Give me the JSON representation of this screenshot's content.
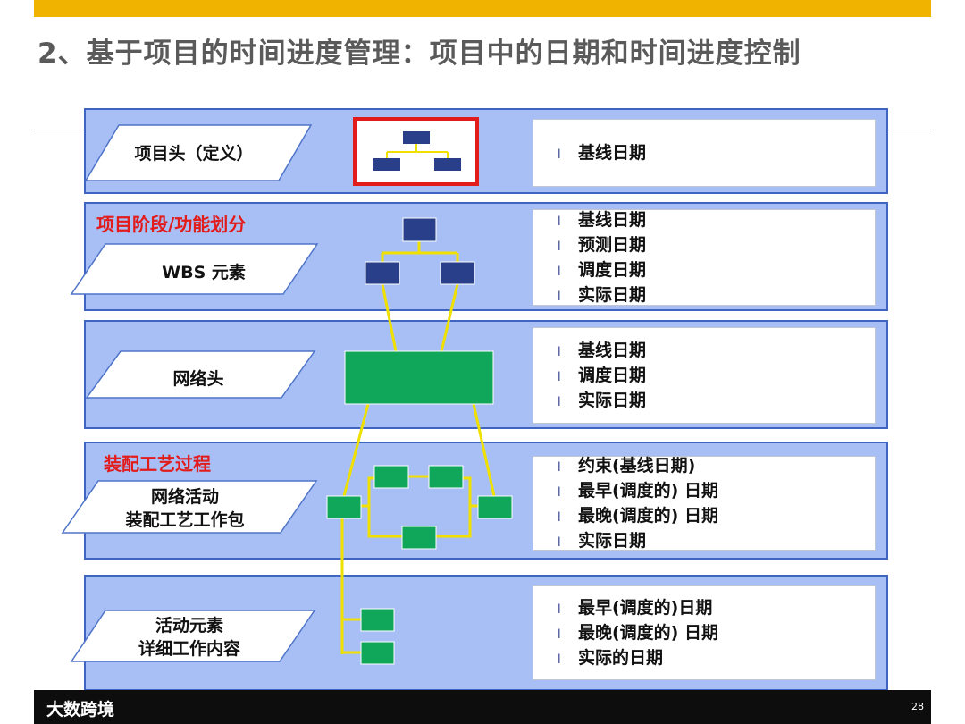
{
  "slide": {
    "title": "2、基于项目的时间进度管理：项目中的日期和时间进度控制",
    "page_number": "28",
    "footer_logo": "大数跨境"
  },
  "levels": [
    {
      "label": [
        "项目头（定义）"
      ],
      "sub": "",
      "dates": [
        "基线日期"
      ]
    },
    {
      "label": [
        "WBS 元素"
      ],
      "sub": "项目阶段/功能划分",
      "dates": [
        "基线日期",
        "预测日期",
        "调度日期",
        "实际日期"
      ]
    },
    {
      "label": [
        "网络头"
      ],
      "sub": "",
      "dates": [
        "基线日期",
        "调度日期",
        "实际日期"
      ]
    },
    {
      "label": [
        "网络活动",
        "装配工艺工作包"
      ],
      "sub": "装配工艺过程",
      "dates": [
        "约束(基线日期)",
        "最早(调度的) 日期",
        "最晚(调度的) 日期",
        "实际日期"
      ]
    },
    {
      "label": [
        "活动元素",
        "详细工作内容"
      ],
      "sub": "",
      "dates": [
        "最早(调度的)日期",
        "最晚(调度的) 日期",
        "实际的日期"
      ]
    }
  ],
  "colors": {
    "panel_bg": "#a7bff5",
    "panel_border": "#3f64c2",
    "wbs_node": "#2a3f8a",
    "network_node": "#11a75a",
    "connector": "#f0e000",
    "highlight_red": "#e21b1b",
    "accent_bar": "#f0b400"
  }
}
